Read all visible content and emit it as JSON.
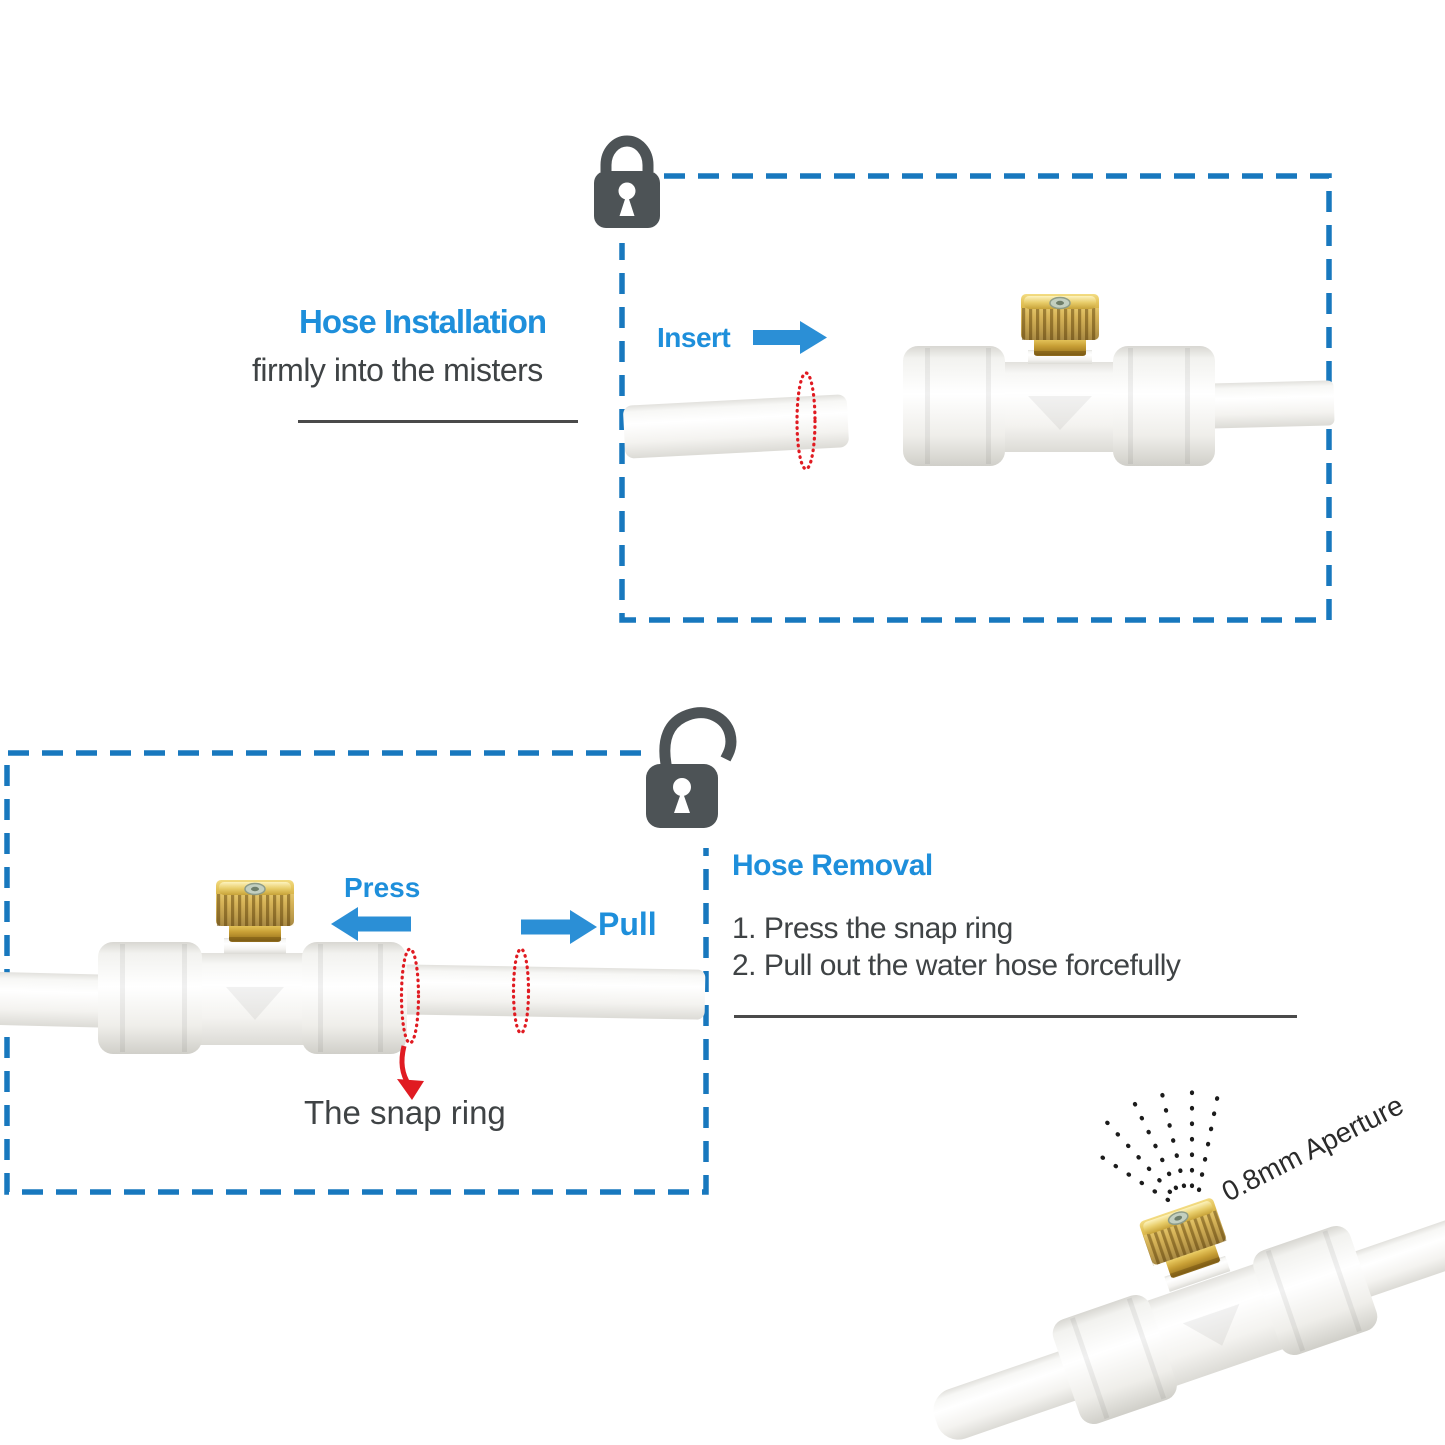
{
  "image_type": "product-instruction-diagram",
  "colors": {
    "accent_blue": "#1E8FDB",
    "arrow_blue": "#2B8FD6",
    "dashed_border_blue": "#1878BE",
    "alert_red": "#E01B22",
    "brass_gold": "#C9A22C",
    "lock_gray": "#4D5356",
    "text_dark": "#3F4345"
  },
  "installation_section": {
    "heading": "Hose Installation",
    "description": "firmly into the misters",
    "insert_label": "Insert",
    "lock_icon": "locked-padlock"
  },
  "removal_section": {
    "heading": "Hose Removal",
    "step_1": "1. Press the snap ring",
    "step_2": "2. Pull out the water hose forcefully",
    "press_label": "Press",
    "pull_label": "Pull",
    "snap_ring_label": "The snap ring",
    "lock_icon": "unlocked-padlock"
  },
  "nozzle_detail": {
    "aperture_label": "0.8mm Aperture"
  }
}
